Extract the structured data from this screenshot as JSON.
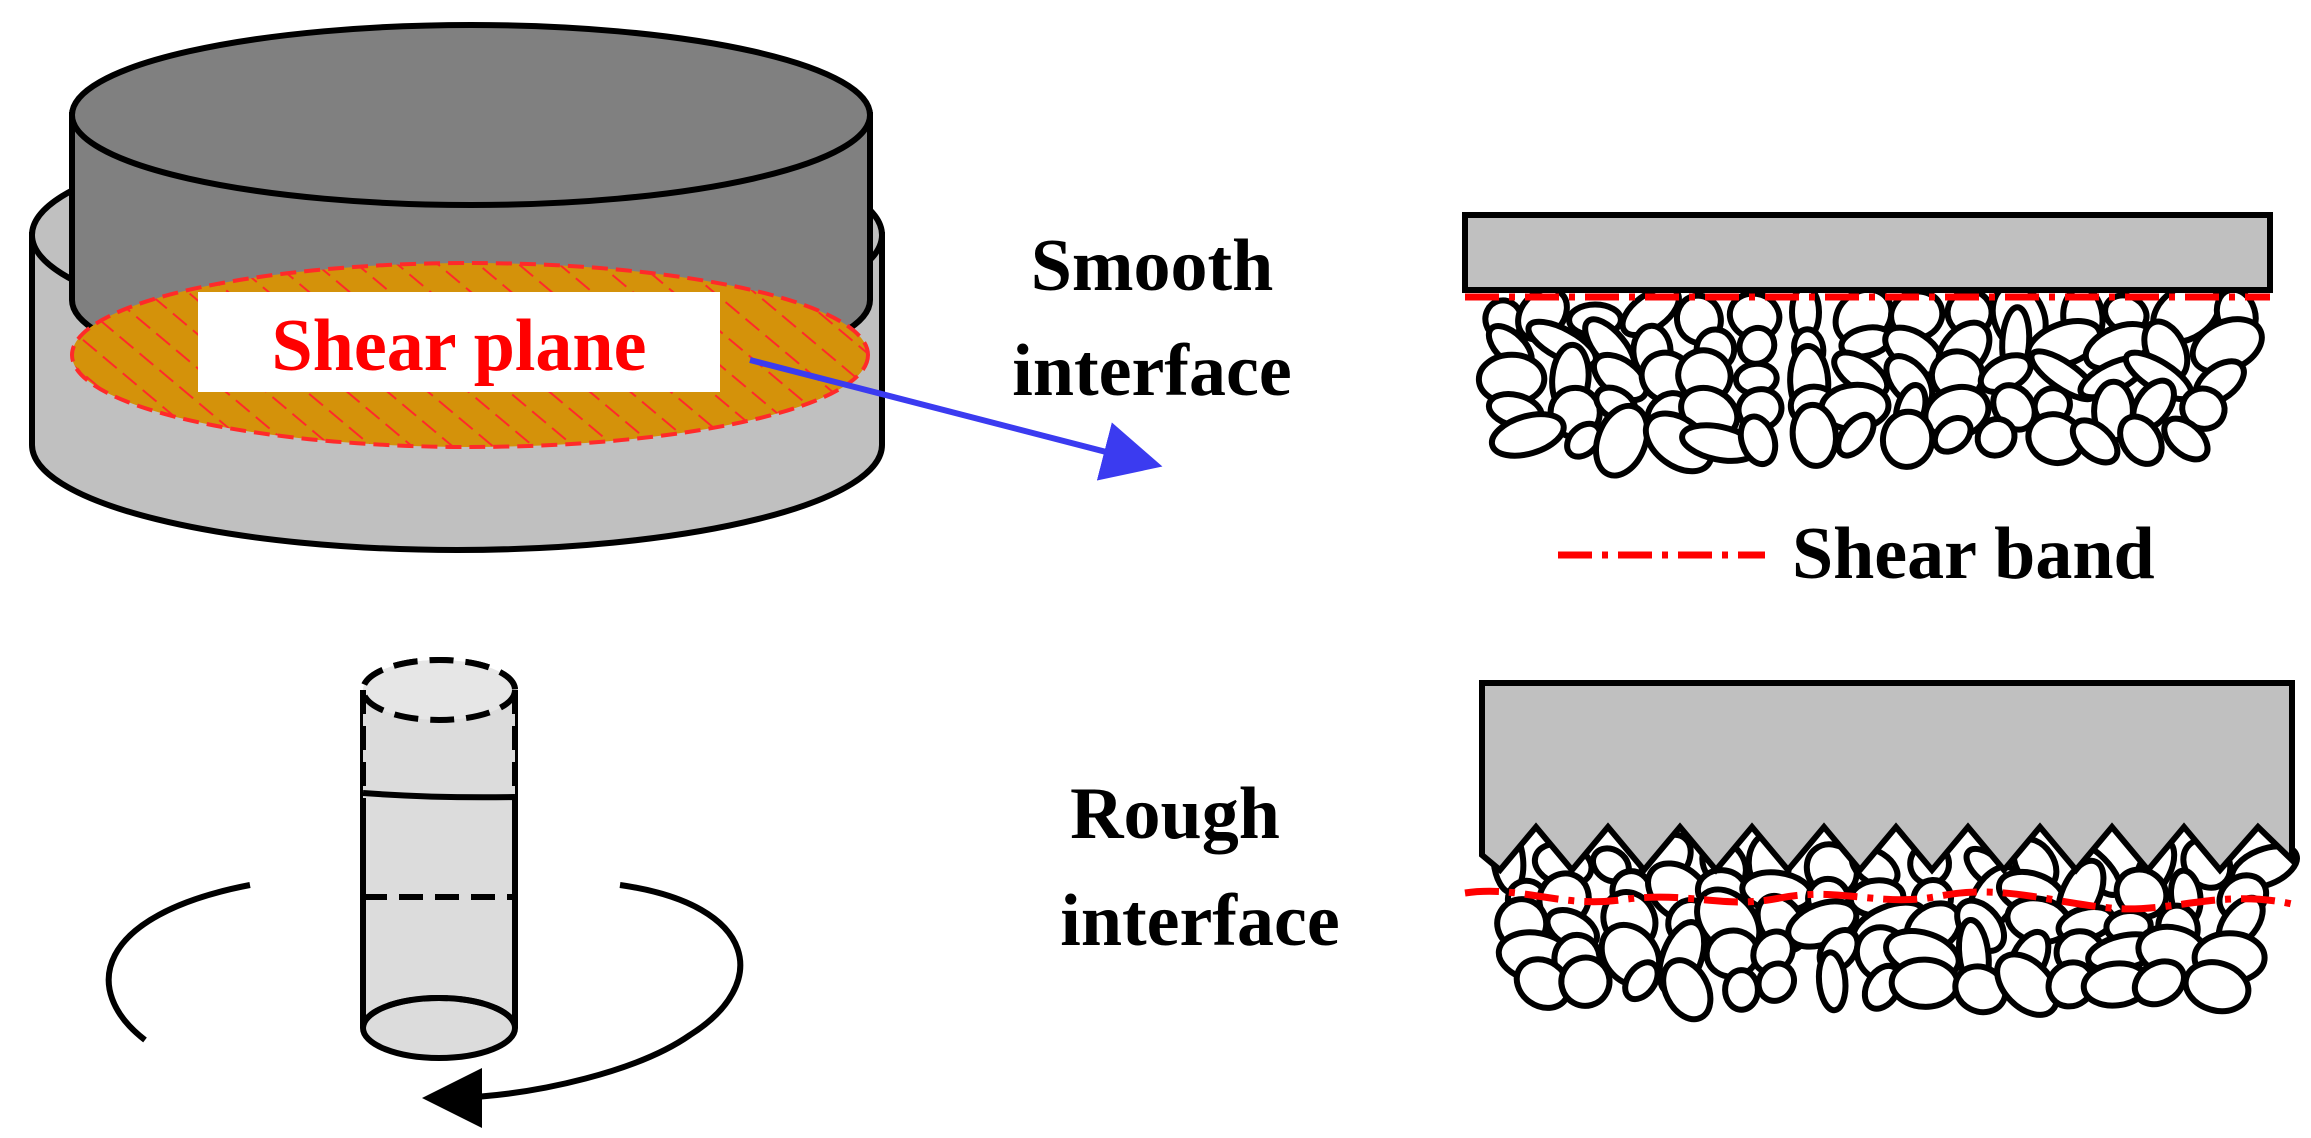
{
  "labels": {
    "shear_plane": "Shear plane",
    "smooth_line1": "Smooth",
    "smooth_line2": "interface",
    "rough_line1": "Rough",
    "rough_line2": "interface",
    "legend_shear_band": "Shear band"
  },
  "colors": {
    "top_cap": "#808080",
    "body": "#c0c0c0",
    "shear_plane_fill": "#d4920a",
    "hatch": "#ff2a2a",
    "shear_band": "#ff0000",
    "arrow": "#3b3bf0",
    "shaft": "#dcdcdc",
    "plate": "#c0c0c0"
  },
  "icons": [
    "rotation-arrow-icon",
    "pointer-arrow-icon"
  ]
}
